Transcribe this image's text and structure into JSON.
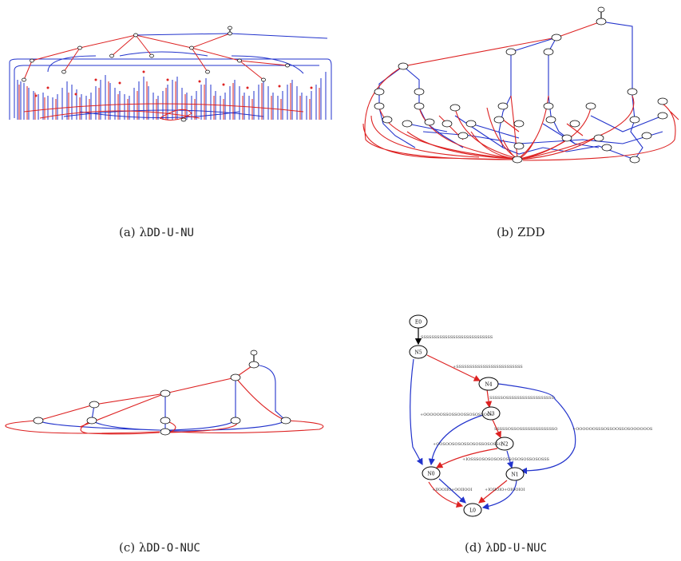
{
  "figure": {
    "panels": [
      {
        "id": "a",
        "label": "(a)",
        "prefix": "λ",
        "mono": "DD-U-NU",
        "text": ""
      },
      {
        "id": "b",
        "label": "(b)",
        "prefix": "",
        "mono": "",
        "text": "ZDD"
      },
      {
        "id": "c",
        "label": "(c)",
        "prefix": "λ",
        "mono": "DD-O-NUC",
        "text": ""
      },
      {
        "id": "d",
        "label": "(d)",
        "prefix": "λ",
        "mono": "DD-U-NUC",
        "text": ""
      }
    ],
    "graph_d": {
      "nodes": [
        "E0",
        "N5",
        "N4",
        "N3",
        "N2",
        "N1",
        "N0",
        "L0"
      ],
      "edge_labels": {
        "e0_n5": "SSSSSSSSSSSSSSSSSSSSSSSSSSS",
        "n5_n4": "+SSSSSSSSSSSSSSSSSSSSSSSSS",
        "n4_n3": "SSSSSOSSSSSSSSSSSSSSSSSS",
        "n5_n3": "+OOOOOOSSOSSOOSSOSOSSOOS",
        "n3_n2": "SSSSSOSSOSSSSSSSSSSSSSO",
        "n4_n1": "+OOOOOOSSSOSSOOSSOSOOOOOOS",
        "n3_n0": "+OOSOOSOSOSSOSOSSOSOSSO",
        "n2_n0": "+IOSSSOSOSOSOSOSSOSOSOSSOSOSSS",
        "n0_l0_a": "+IIOOIIO",
        "n0_l0_b": "+OOIIOOI",
        "n1_l0_a": "+IOIIOIO",
        "n1_l0_b": "+OIOOIOI"
      }
    }
  }
}
